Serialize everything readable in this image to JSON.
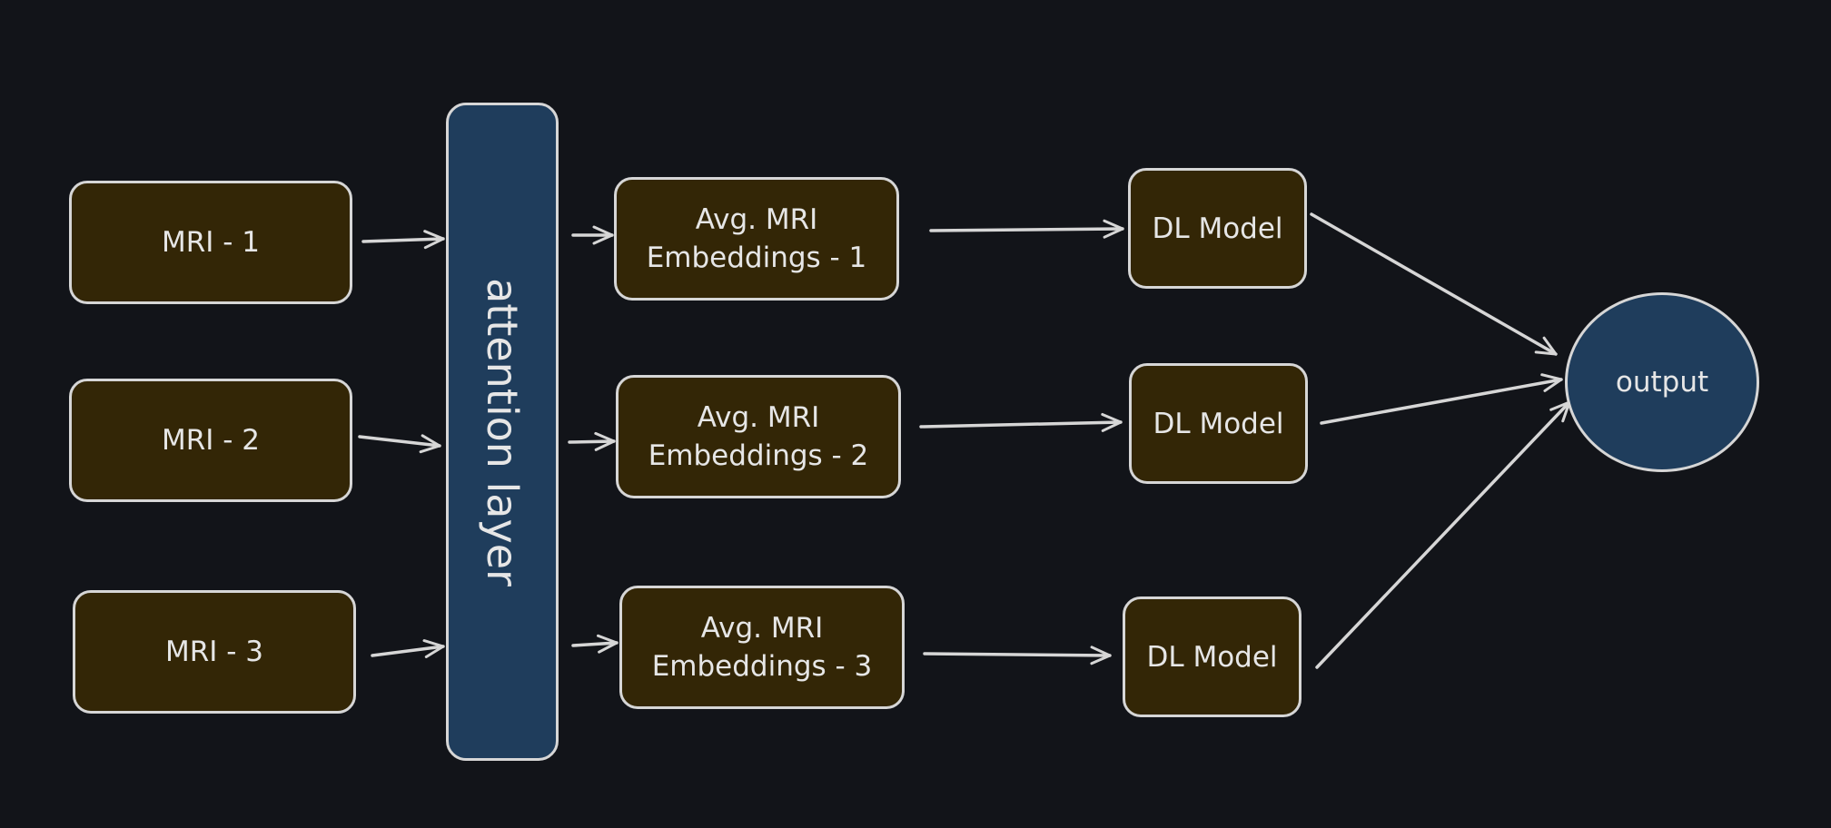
{
  "colors": {
    "background": "#121419",
    "box_fill": "#332606",
    "accent_fill": "#1f3d5c",
    "stroke": "#d6d6d6",
    "text": "#e6e6e6"
  },
  "nodes": {
    "mri_1": "MRI - 1",
    "mri_2": "MRI - 2",
    "mri_3": "MRI - 3",
    "attention": "attention layer",
    "emb_1": "Avg. MRI\nEmbeddings - 1",
    "emb_2": "Avg. MRI\nEmbeddings - 2",
    "emb_3": "Avg. MRI\nEmbeddings - 3",
    "dl_1": "DL Model",
    "dl_2": "DL Model",
    "dl_3": "DL Model",
    "output": "output"
  },
  "edges": [
    {
      "from": "mri_1",
      "to": "attention"
    },
    {
      "from": "mri_2",
      "to": "attention"
    },
    {
      "from": "mri_3",
      "to": "attention"
    },
    {
      "from": "attention",
      "to": "emb_1"
    },
    {
      "from": "attention",
      "to": "emb_2"
    },
    {
      "from": "attention",
      "to": "emb_3"
    },
    {
      "from": "emb_1",
      "to": "dl_1"
    },
    {
      "from": "emb_2",
      "to": "dl_2"
    },
    {
      "from": "emb_3",
      "to": "dl_3"
    },
    {
      "from": "dl_1",
      "to": "output"
    },
    {
      "from": "dl_2",
      "to": "output"
    },
    {
      "from": "dl_3",
      "to": "output"
    }
  ]
}
